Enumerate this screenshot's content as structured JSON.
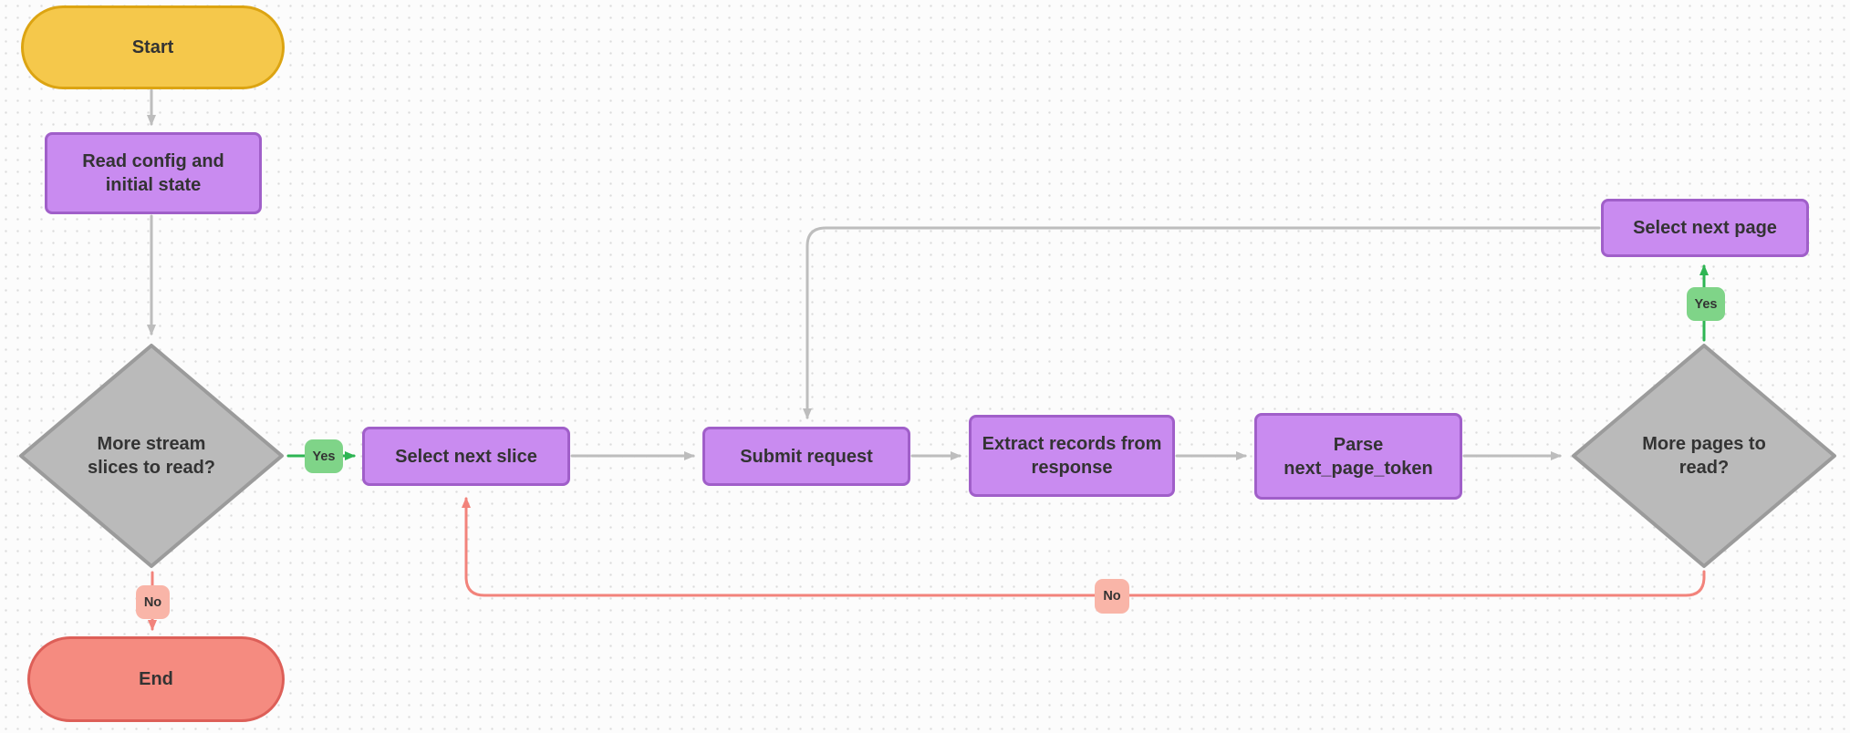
{
  "diagram": {
    "type": "flowchart",
    "nodes": [
      {
        "id": "start",
        "label": "Start",
        "shape": "stadium-terminal-start"
      },
      {
        "id": "read_config",
        "label": "Read config and initial state",
        "shape": "process"
      },
      {
        "id": "more_slices",
        "label": "More stream slices to read?",
        "shape": "decision"
      },
      {
        "id": "select_slice",
        "label": "Select next slice",
        "shape": "process"
      },
      {
        "id": "submit_request",
        "label": "Submit request",
        "shape": "process"
      },
      {
        "id": "extract_records",
        "label": "Extract records from response",
        "shape": "process"
      },
      {
        "id": "parse_token",
        "label": "Parse next_page_token",
        "shape": "process"
      },
      {
        "id": "more_pages",
        "label": "More pages to read?",
        "shape": "decision"
      },
      {
        "id": "select_page",
        "label": "Select next page",
        "shape": "process"
      },
      {
        "id": "end",
        "label": "End",
        "shape": "stadium-terminal-end"
      }
    ],
    "edges": [
      {
        "from": "start",
        "to": "read_config",
        "label": "",
        "color": "gray"
      },
      {
        "from": "read_config",
        "to": "more_slices",
        "label": "",
        "color": "gray"
      },
      {
        "from": "more_slices",
        "to": "select_slice",
        "label": "Yes",
        "color": "green"
      },
      {
        "from": "more_slices",
        "to": "end",
        "label": "No",
        "color": "red"
      },
      {
        "from": "select_slice",
        "to": "submit_request",
        "label": "",
        "color": "gray"
      },
      {
        "from": "submit_request",
        "to": "extract_records",
        "label": "",
        "color": "gray"
      },
      {
        "from": "extract_records",
        "to": "parse_token",
        "label": "",
        "color": "gray"
      },
      {
        "from": "parse_token",
        "to": "more_pages",
        "label": "",
        "color": "gray"
      },
      {
        "from": "more_pages",
        "to": "select_page",
        "label": "Yes",
        "color": "green"
      },
      {
        "from": "more_pages",
        "to": "select_slice",
        "label": "No",
        "color": "red"
      },
      {
        "from": "select_page",
        "to": "submit_request",
        "label": "",
        "color": "gray"
      }
    ],
    "palette": {
      "terminal_start_fill": "#F5C84B",
      "terminal_start_border": "#DCA412",
      "process_fill": "#C98BF0",
      "process_border": "#A05FC9",
      "decision_fill": "#BABABA",
      "decision_border": "#9B9B9B",
      "terminal_end_fill": "#F58B80",
      "terminal_end_border": "#DD5F58",
      "edge_gray": "#BDBDBD",
      "edge_green": "#2EB553",
      "edge_red": "#F2837B",
      "yes_badge_fill": "#7FD488",
      "no_badge_fill": "#F9B5A8",
      "text": "#333333",
      "background": "#FCFCFC",
      "grid_dot": "#DBDBDB"
    }
  }
}
